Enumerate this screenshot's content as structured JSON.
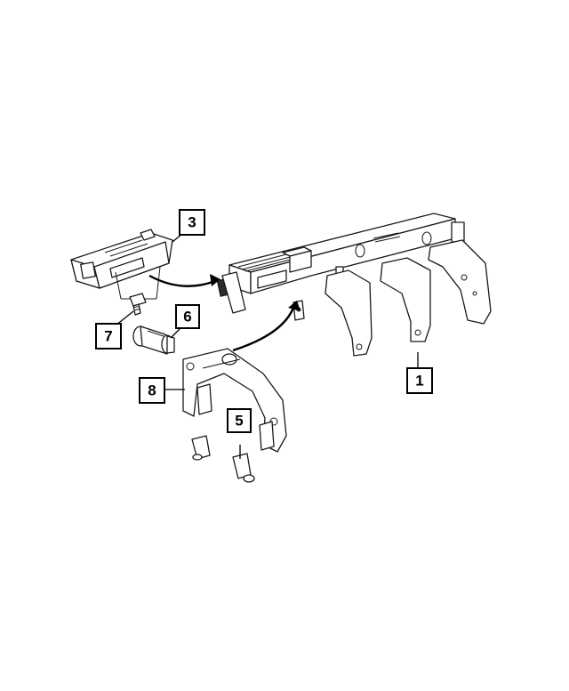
{
  "callouts": [
    {
      "id": "callout-1",
      "label": "1"
    },
    {
      "id": "callout-3",
      "label": "3"
    },
    {
      "id": "callout-5",
      "label": "5"
    },
    {
      "id": "callout-6",
      "label": "6"
    },
    {
      "id": "callout-7",
      "label": "7"
    },
    {
      "id": "callout-8",
      "label": "8"
    }
  ]
}
